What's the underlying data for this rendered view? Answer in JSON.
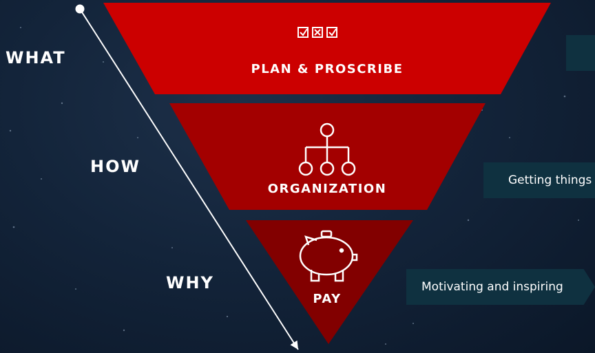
{
  "axis_labels": {
    "what": "WHAT",
    "how": "HOW",
    "why": "WHY"
  },
  "tiers": {
    "top": {
      "label": "PLAN & PROSCRIBE",
      "icon": "checkbox-icons",
      "color": "#cc0000"
    },
    "middle": {
      "label": "ORGANIZATION",
      "icon": "org-chart-icon",
      "color": "#a30000"
    },
    "bottom": {
      "label": "PAY",
      "icon": "piggy-bank-icon",
      "color": "#820000"
    }
  },
  "callouts": {
    "top": "",
    "middle": "Getting things",
    "bottom": "Motivating and inspiring"
  },
  "colors": {
    "background": "#13243a",
    "callout": "#0f3140",
    "arrow": "#ffffff"
  }
}
